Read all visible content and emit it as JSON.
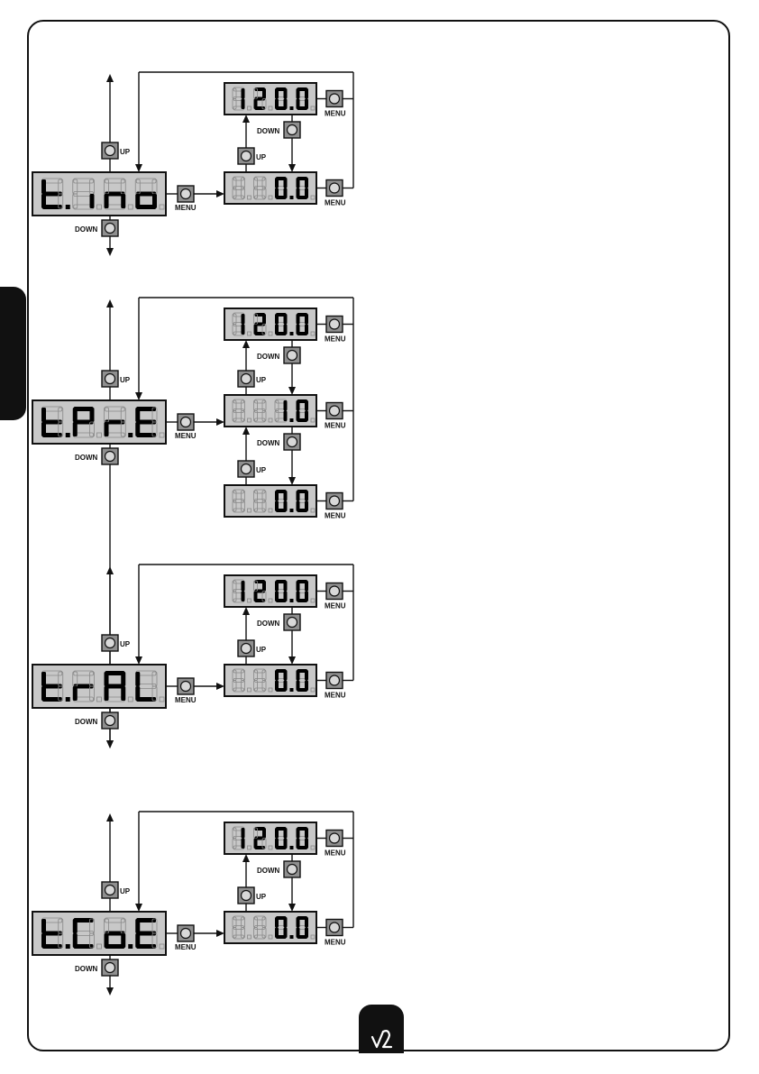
{
  "labels": {
    "up": "UP",
    "down": "DOWN",
    "menu": "MENU"
  },
  "colors": {
    "display_bg": "#c8c8c8",
    "button_bg": "#8f8f8f",
    "unlit_segment": "#b0b0b0",
    "lit_segment": "#000000",
    "side_tab": "#111111"
  },
  "diagrams": [
    {
      "name": "t-ino",
      "main_display": "t.ino",
      "value_displays": [
        "120.0",
        "0.0"
      ]
    },
    {
      "name": "t-pre",
      "main_display": "t.Pr.E",
      "value_displays": [
        "120.0",
        "1.0",
        "0.0"
      ]
    },
    {
      "name": "t-ral",
      "main_display": "t.rAl",
      "value_displays": [
        "120.0",
        "0.0"
      ]
    },
    {
      "name": "t-coe",
      "main_display": "t.Co.E",
      "value_displays": [
        "120.0",
        "0.0"
      ]
    }
  ],
  "page_logo": "V2"
}
